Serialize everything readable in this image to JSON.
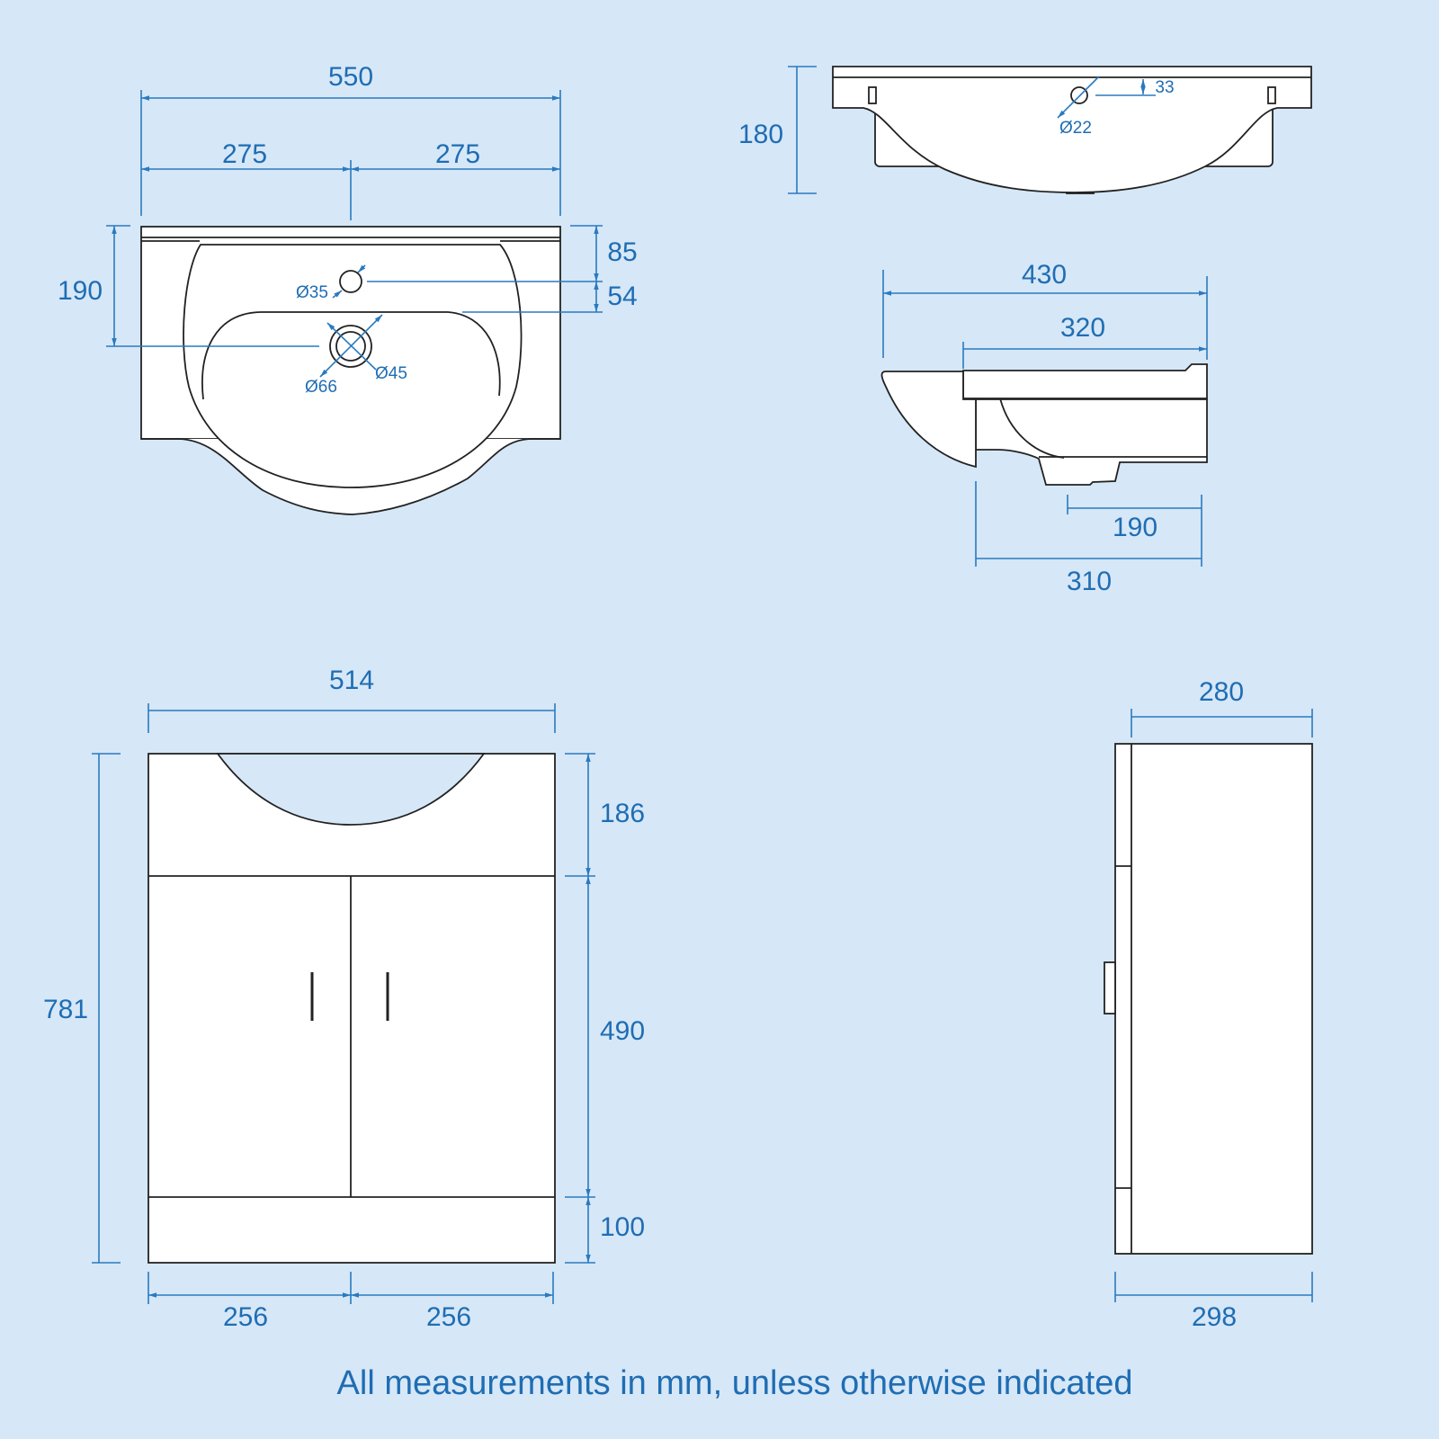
{
  "colors": {
    "background": "#d6e7f7",
    "dimension": "#1f6db3",
    "outline": "#222222",
    "fill": "#ffffff"
  },
  "basin_top_view": {
    "overall_width": "550",
    "half_left": "275",
    "half_right": "275",
    "depth_to_waste": "190",
    "tap_offset": "85",
    "overflow_offset": "54",
    "tap_hole": "Ø35",
    "waste_outer": "Ø66",
    "waste_inner": "Ø45"
  },
  "basin_front_view": {
    "height": "180",
    "overflow_height": "33",
    "overflow_hole": "Ø22"
  },
  "basin_side_view": {
    "overall_depth": "430",
    "body_depth": "320",
    "waste_depth": "190",
    "bowl_depth": "310"
  },
  "cabinet_front_view": {
    "width": "514",
    "total_height": "781",
    "top_section": "186",
    "door_section": "490",
    "plinth": "100",
    "door_left": "256",
    "door_right": "256"
  },
  "cabinet_side_view": {
    "body_depth": "280",
    "total_depth": "298"
  },
  "footer": {
    "note": "All measurements in mm, unless otherwise indicated"
  }
}
